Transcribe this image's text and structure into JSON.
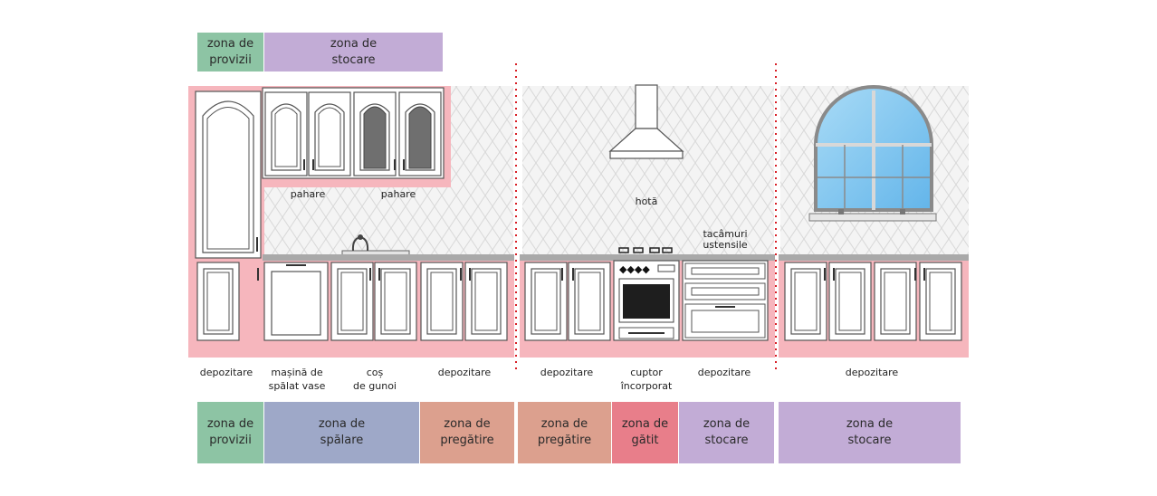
{
  "colors": {
    "provizii": "#8dc4a4",
    "stocare": "#c2acd6",
    "spalare": "#9ea8c8",
    "pregatire": "#dca08e",
    "gatit": "#e87e8a",
    "pink_wall": "#f6b6bd",
    "divider": "#d81f26",
    "counter": "#a9a9a9"
  },
  "top_zones": [
    {
      "text": "zona de\nprovizii"
    },
    {
      "text": "zona de\nstocare"
    }
  ],
  "bottom_zones": [
    {
      "text": "zona de\nprovizii"
    },
    {
      "text": "zona de\nspălare"
    },
    {
      "text": "zona de\npregătire"
    },
    {
      "text": "zona de\npregătire"
    },
    {
      "text": "zona de\ngătit"
    },
    {
      "text": "zona de\nstocare"
    },
    {
      "text": "zona de\nstocare"
    }
  ],
  "labels": {
    "pahare_1": "pahare",
    "pahare_2": "pahare",
    "hota": "hotă",
    "tacamuri": "tacâmuri\nustensile"
  },
  "bottom_labels": [
    {
      "text": "depozitare"
    },
    {
      "text": "mașină de\nspălat vase"
    },
    {
      "text": "coș\nde gunoi"
    },
    {
      "text": "depozitare"
    },
    {
      "text": "depozitare"
    },
    {
      "text": "cuptor\nîncorporat"
    },
    {
      "text": "depozitare"
    },
    {
      "text": "depozitare"
    }
  ]
}
